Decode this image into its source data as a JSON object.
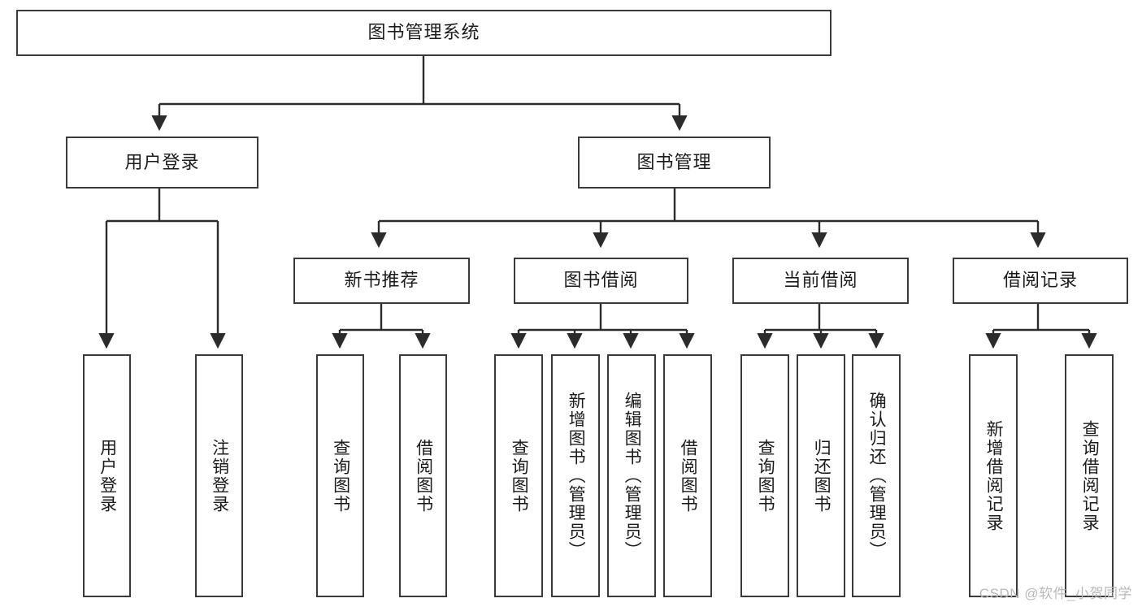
{
  "diagram": {
    "title_node": {
      "label": "图书管理系统"
    },
    "level2": [
      {
        "id": "user-login",
        "label": "用户登录"
      },
      {
        "id": "book-management",
        "label": "图书管理"
      }
    ],
    "level3": [
      {
        "id": "new-book-recommend",
        "label": "新书推荐"
      },
      {
        "id": "book-borrow",
        "label": "图书借阅"
      },
      {
        "id": "current-borrow",
        "label": "当前借阅"
      },
      {
        "id": "borrow-record",
        "label": "借阅记录"
      }
    ],
    "leaves": {
      "user_login": [
        {
          "id": "leaf-user-login",
          "label": "用户登录"
        },
        {
          "id": "leaf-logout-login",
          "label": "注销登录"
        }
      ],
      "new_book_recommend": [
        {
          "id": "leaf-query-book-1",
          "label": "查询图书"
        },
        {
          "id": "leaf-borrow-book-1",
          "label": "借阅图书"
        }
      ],
      "book_borrow": [
        {
          "id": "leaf-query-book-2",
          "label": "查询图书"
        },
        {
          "id": "leaf-add-book",
          "label": "新增图书（管理员）"
        },
        {
          "id": "leaf-edit-book",
          "label": "编辑图书（管理员）"
        },
        {
          "id": "leaf-borrow-book-2",
          "label": "借阅图书"
        }
      ],
      "current_borrow": [
        {
          "id": "leaf-query-book-3",
          "label": "查询图书"
        },
        {
          "id": "leaf-return-book",
          "label": "归还图书"
        },
        {
          "id": "leaf-confirm-return",
          "label": "确认归还（管理员）"
        }
      ],
      "borrow_record": [
        {
          "id": "leaf-add-borrow-record",
          "label": "新增借阅记录"
        },
        {
          "id": "leaf-query-borrow-record",
          "label": "查询借阅记录"
        }
      ]
    },
    "colors": {
      "border": "#3a3a3a",
      "line": "#2b2b2b",
      "background": "#ffffff",
      "text": "#1b1b1b",
      "watermark": "#b9b9b9"
    }
  },
  "watermark": {
    "text": "CSDN @软件_小贺同学"
  }
}
